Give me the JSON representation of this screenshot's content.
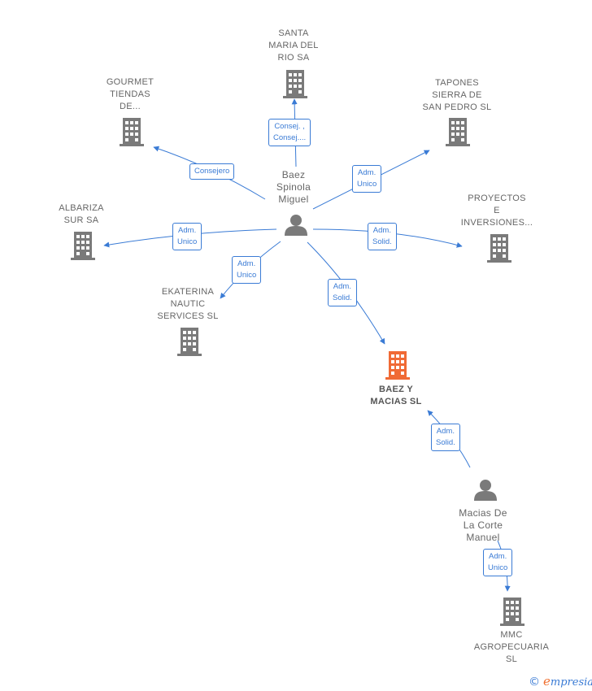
{
  "colors": {
    "edge": "#3a7bd5",
    "company": "#7a7a7a",
    "focus_company": "#f06a35",
    "person": "#7a7a7a"
  },
  "nodes": {
    "santa_maria": {
      "label": "SANTA\nMARIA DEL\nRIO SA",
      "icon": "building-icon"
    },
    "gourmet": {
      "label": "GOURMET\nTIENDAS\nDE...",
      "icon": "building-icon"
    },
    "tapones": {
      "label": "TAPONES\nSIERRA DE\nSAN PEDRO SL",
      "icon": "building-icon"
    },
    "albariza": {
      "label": "ALBARIZA\nSUR SA",
      "icon": "building-icon"
    },
    "proyectos": {
      "label": "PROYECTOS\nE\nINVERSIONES...",
      "icon": "building-icon"
    },
    "ekaterina": {
      "label": "EKATERINA\nNAUTIC\nSERVICES  SL",
      "icon": "building-icon"
    },
    "baez_macias": {
      "label": "BAEZ Y\nMACIAS  SL",
      "icon": "building-icon"
    },
    "mmc": {
      "label": "MMC\nAGROPECUARIA\nSL",
      "icon": "building-icon"
    },
    "baez_person": {
      "label": "Baez\nSpinola\nMiguel",
      "icon": "person-icon"
    },
    "macias_person": {
      "label": "Macias De\nLa Corte\nManuel",
      "icon": "person-icon"
    }
  },
  "edges": {
    "to_santa_maria": "Consej. ,\nConsej....",
    "to_gourmet": "Consejero",
    "to_tapones": "Adm.\nUnico",
    "to_albariza": "Adm.\nUnico",
    "to_proyectos": "Adm.\nSolid.",
    "to_ekaterina": "Adm.\nUnico",
    "to_baez_macias": "Adm.\nSolid.",
    "macias_to_baez_macias": "Adm.\nSolid.",
    "macias_to_mmc": "Adm.\nUnico"
  },
  "footer": {
    "copyright": "©",
    "brand_initial": "e",
    "brand_rest": "mpresia"
  }
}
